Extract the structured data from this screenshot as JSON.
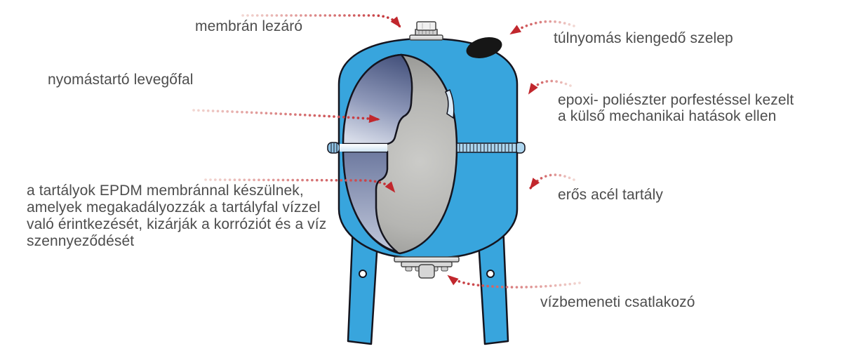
{
  "diagram": {
    "type": "annotated-cutaway-diagram",
    "labels": {
      "membrane_seal": "membrán lezáró",
      "overpressure_valve": "túlnyomás kiengedő szelep",
      "air_wall": "nyomástartó levegőfal",
      "epoxy_coating": "epoxi- poliészter porfestéssel kezelt\na külső mechanikai hatások ellen",
      "epdm_membrane": "a tartályok EPDM membránnal készülnek,\namelyek megakadályozzák a tartályfal vízzel\nvaló érintkezését, kizárják a korróziót és a víz\nszennyeződését",
      "steel_tank": "erős acél tartály",
      "water_inlet": "vízbemeneti csatlakozó"
    },
    "colors": {
      "tank_blue": "#38a5dd",
      "outline_dark": "#14141e",
      "arrow_red": "#c1272d",
      "arrow_fade": "#f2d7d2",
      "label_text": "#4d4d4d",
      "membrane_grey": "#b5b5b2",
      "air_wall_dark": "#47547e",
      "air_wall_light": "#d6dbe8",
      "seam_band_blue": "#aed7f0"
    }
  }
}
